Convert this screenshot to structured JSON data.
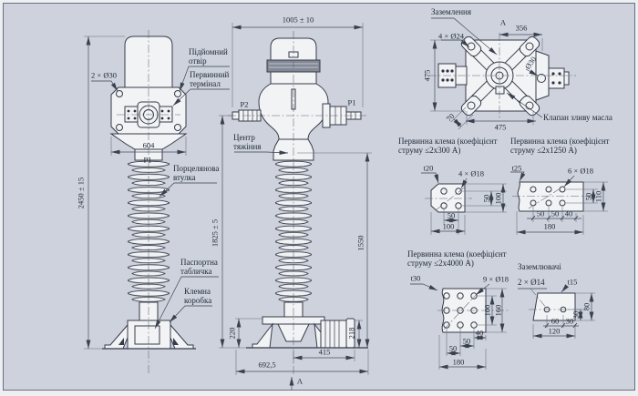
{
  "palette": {
    "background": "#cdd2dc",
    "outline": "#353b49",
    "dimension_line": "#474e5c",
    "text": "#1f2838",
    "figure_fill": "#f2f3f5"
  },
  "front_view": {
    "dim_height": "2450 ± 15",
    "dim_holes": "2 × Ø30",
    "dim_width": "604",
    "terminal": "Р1",
    "labels": {
      "lifting_hole": [
        "Підйомний",
        "отвір"
      ],
      "primary_terminal": [
        "Первинний",
        "термінал"
      ],
      "porcelain_bushing": [
        "Порцелянова",
        "втулка"
      ],
      "nameplate": [
        "Паспортна",
        "табличка"
      ],
      "terminal_box": [
        "Клемна",
        "коробка"
      ]
    }
  },
  "side_view": {
    "dim_width": "1005 ± 10",
    "terminal_left": "Р2",
    "terminal_right": "Р1",
    "dim_height_terminal": "1825 ± 5",
    "dim_height_cg": "1550",
    "dim_base_height": "220",
    "dim_box_height": "218",
    "dim_415": "415",
    "dim_base_width": "692,5",
    "view_arrow": "А",
    "labels": {
      "center_of_gravity": [
        "Центр",
        "тяжіння"
      ]
    }
  },
  "top_view": {
    "view_label": "А",
    "dim_356": "356",
    "dim_holes": "4 × Ø24",
    "dim_width": "475",
    "dim_height": "475",
    "dim_70": "70",
    "dim_d30": "Ø30",
    "labels": {
      "grounding": "Заземлення",
      "oil_drain": "Клапан зливу масла"
    }
  },
  "clamp_300": {
    "title": [
      "Первинна клема (коефіцієнт",
      "струму ≤2х300 А)"
    ],
    "thickness": "t20",
    "holes": "4 × Ø18",
    "dim_v_inner": "50",
    "dim_v_outer": "100",
    "dim_h_inner": "50",
    "dim_h_outer": "100"
  },
  "clamp_1250": {
    "title": [
      "Первинна клема (коефіцієнт",
      "струму ≤2х1250 А)"
    ],
    "thickness": "t25",
    "holes": "6 × Ø18",
    "dim_v_inner": "50",
    "dim_v_outer": "110",
    "dim_seg_1": "50",
    "dim_seg_2": "50",
    "dim_seg_3": "40",
    "dim_total": "180"
  },
  "clamp_4000": {
    "title": [
      "Первинна клема (коефіцієнт",
      "струму ≤2х4000 А)"
    ],
    "thickness": "t30",
    "holes": "9 × Ø18",
    "dim_v_inner": "100",
    "dim_v_outer": "160",
    "dim_40": "40",
    "dim_50_1": "50",
    "dim_50_2": "50",
    "dim_total": "180"
  },
  "earthing": {
    "title": "Заземлювачі",
    "holes": "2 × Ø14",
    "thickness": "t15",
    "dim_v_inner": "30",
    "dim_v_outer": "80",
    "dim_60": "60",
    "dim_30": "30",
    "dim_total": "120"
  }
}
